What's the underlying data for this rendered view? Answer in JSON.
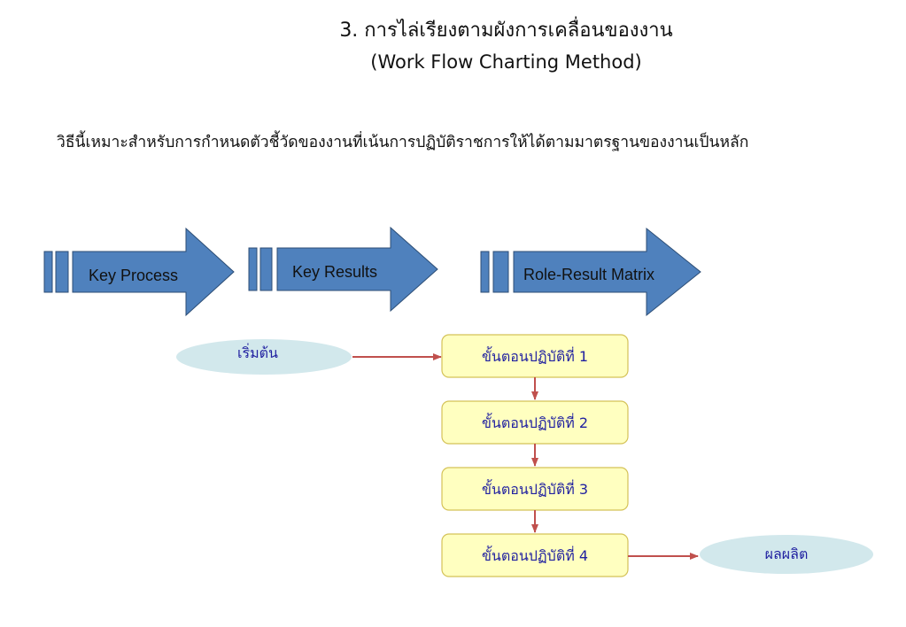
{
  "title": {
    "line1": "3. การไล่เรียงตามผังการเคลื่อนของงาน",
    "line2": "(Work Flow Charting Method)"
  },
  "description": "วิธีนี้เหมาะสำหรับการกำหนดตัวชี้วัดของงานที่เน้นการปฏิบัติราชการให้ได้ตามมาตรฐานของงานเป็นหลัก",
  "arrows": [
    {
      "label": "Key Process"
    },
    {
      "label": "Key Results"
    },
    {
      "label": "Role-Result Matrix"
    }
  ],
  "flow": {
    "start": "เริ่มต้น",
    "steps": [
      "ขั้นตอนปฏิบัติที่ 1",
      "ขั้นตอนปฏิบัติที่ 2",
      "ขั้นตอนปฏิบัติที่ 3",
      "ขั้นตอนปฏิบัติที่ 4"
    ],
    "end": "ผลผลิต"
  },
  "colors": {
    "arrow_fill": "#4f81bd",
    "arrow_stroke": "#2c4d75",
    "step_fill": "#ffffc0",
    "step_stroke": "#d4c257",
    "ellipse_fill": "#d2e8ec",
    "connector": "#c0504d",
    "flow_text": "#1f1fa0"
  }
}
